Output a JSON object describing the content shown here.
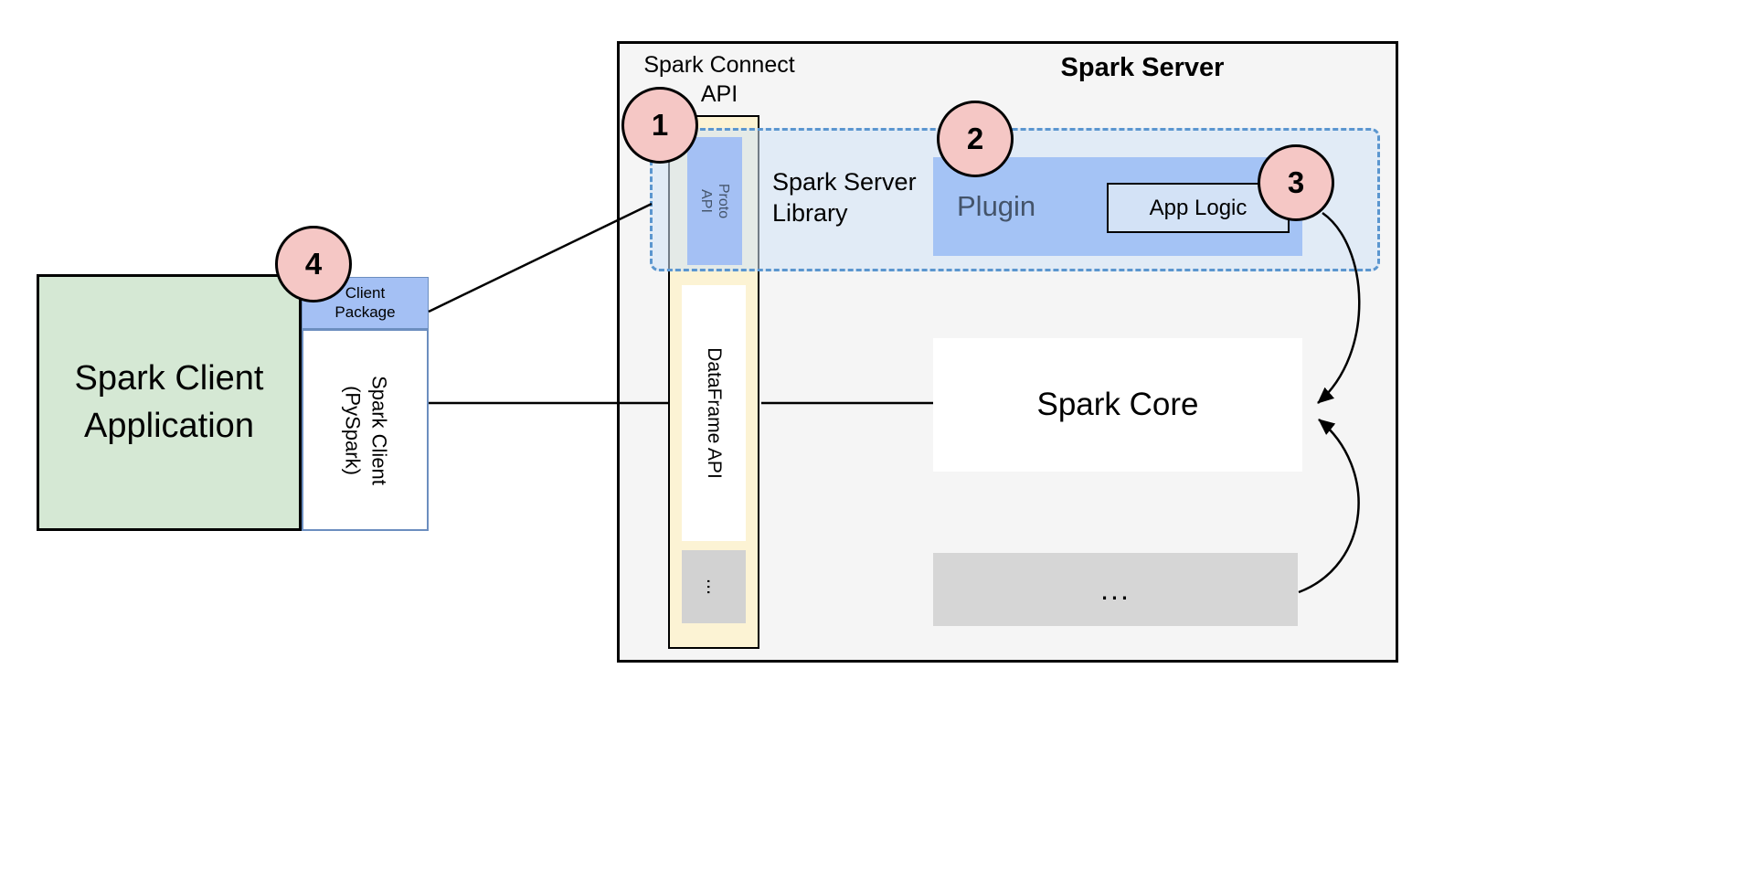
{
  "colors": {
    "server_bg": "#f5f5f5",
    "column_bg": "#fcf3d4",
    "blue_fill": "#a4c0f4",
    "plugin_fill": "#a4c3f5",
    "light_blue_fill": "#d3e2f6",
    "dashed_border_blue": "#5b96cf",
    "library_panel_bg": "#d0e1f6",
    "green_fill": "#d5e8d4",
    "gray_fill": "#d6d6d6",
    "badge_pink": "#f5c7c5",
    "client_border_blue": "#6c8ebf",
    "plugin_text": "#44546a"
  },
  "client": {
    "app_line1": "Spark Client",
    "app_line2": "Application",
    "package_line1": "Client",
    "package_line2": "Package",
    "box_line1": "Spark Client",
    "box_line2": "(PySpark)"
  },
  "server": {
    "title": "Spark Server",
    "connect_api_line1": "Spark Connect",
    "connect_api_line2": "API",
    "proto_line1": "Proto",
    "proto_line2": "API",
    "dataframe_api": "DataFrame API",
    "column_more": "...",
    "library_line1": "Spark Server",
    "library_line2": "Library",
    "plugin_label": "Plugin",
    "app_logic_label": "App Logic",
    "spark_core_label": "Spark Core",
    "more_label": "..."
  },
  "badges": {
    "step1": "1",
    "step2": "2",
    "step3": "3",
    "step4": "4"
  }
}
